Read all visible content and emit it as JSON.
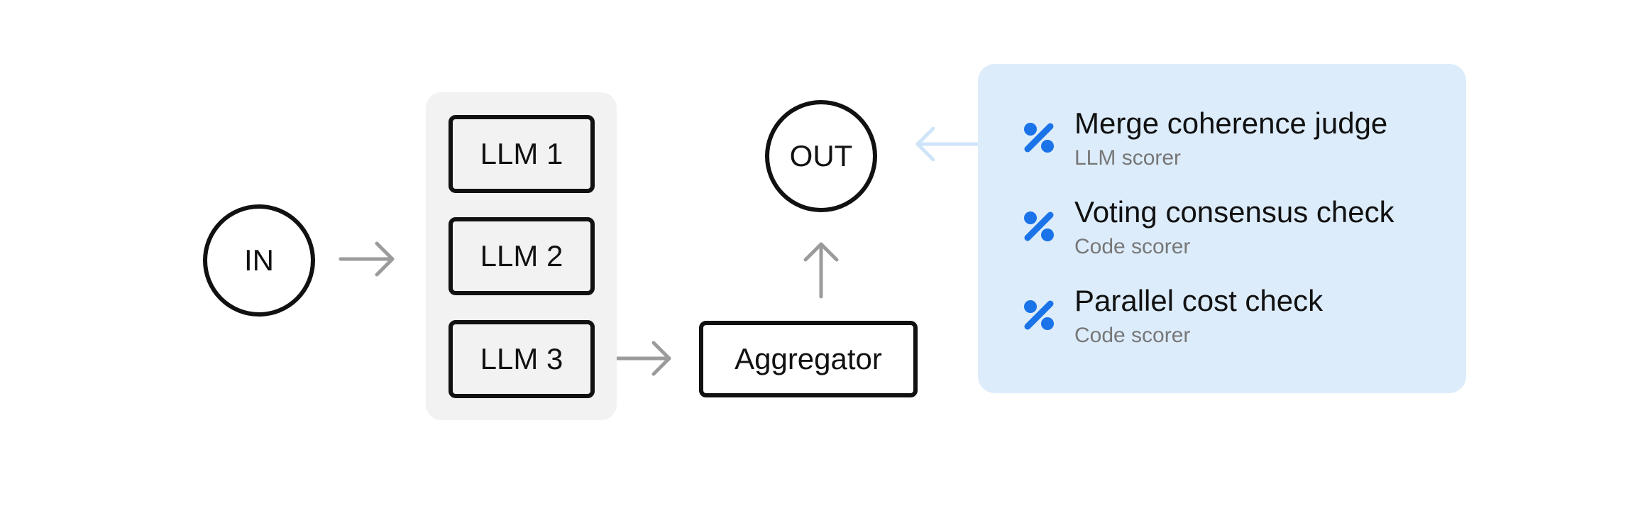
{
  "nodes": {
    "input": "IN",
    "output": "OUT",
    "llms": [
      "LLM 1",
      "LLM 2",
      "LLM 3"
    ],
    "aggregator": "Aggregator"
  },
  "scorers": [
    {
      "title": "Merge coherence judge",
      "type": "LLM scorer"
    },
    {
      "title": "Voting consensus check",
      "type": "Code scorer"
    },
    {
      "title": "Parallel cost check",
      "type": "Code scorer"
    }
  ],
  "colors": {
    "stroke": "#111111",
    "arrow": "#9b9b9b",
    "scorer_arrow": "#cfe4f8",
    "llm_panel_bg": "#f2f2f2",
    "scorer_panel_bg": "#dcecfb",
    "icon_blue": "#1a73e8",
    "subtext": "#777777"
  },
  "icons": {
    "scorer_icon": "percent-icon"
  }
}
